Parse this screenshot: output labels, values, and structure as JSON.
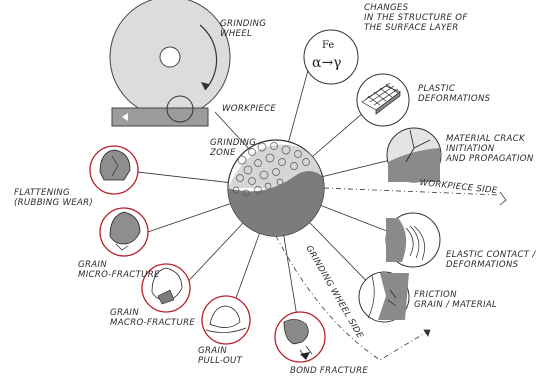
{
  "labels": {
    "grinding_wheel": [
      "GRINDING",
      "WHEEL"
    ],
    "workpiece": "WORKPIECE",
    "grinding_zone": [
      "GRINDING",
      "ZONE"
    ],
    "changes_structure": [
      "CHANGES",
      "IN THE STRUCTURE OF",
      "THE SURFACE LAYER"
    ],
    "fe_symbol": "Fe",
    "alpha_gamma": "α→γ",
    "plastic_deformations": [
      "PLASTIC",
      "DEFORMATIONS"
    ],
    "material_crack": [
      "MATERIAL CRACK",
      "INITIATION",
      "AND PROPAGATION"
    ],
    "workpiece_side": "WORKPIECE SIDE",
    "elastic_contact": [
      "ELASTIC CONTACT /",
      "DEFORMATIONS"
    ],
    "friction": [
      "FRICTION",
      "GRAIN / MATERIAL"
    ],
    "grinding_wheel_side": "GRINDING WHEEL SIDE",
    "bond_fracture": "BOND FRACTURE",
    "grain_pull_out": [
      "GRAIN",
      "PULL-OUT"
    ],
    "grain_macro_fracture": [
      "GRAIN",
      "MACRO-FRACTURE"
    ],
    "grain_micro_fracture": [
      "GRAIN",
      "MICRO-FRACTURE"
    ],
    "flattening": [
      "FLATTENING",
      "(RUBBING WEAR)"
    ]
  },
  "colors": {
    "red_circle": "#b8202a",
    "line": "#333333",
    "grey_fill": "#9a9a9a",
    "workpiece_fill": "#9c9c9c"
  }
}
